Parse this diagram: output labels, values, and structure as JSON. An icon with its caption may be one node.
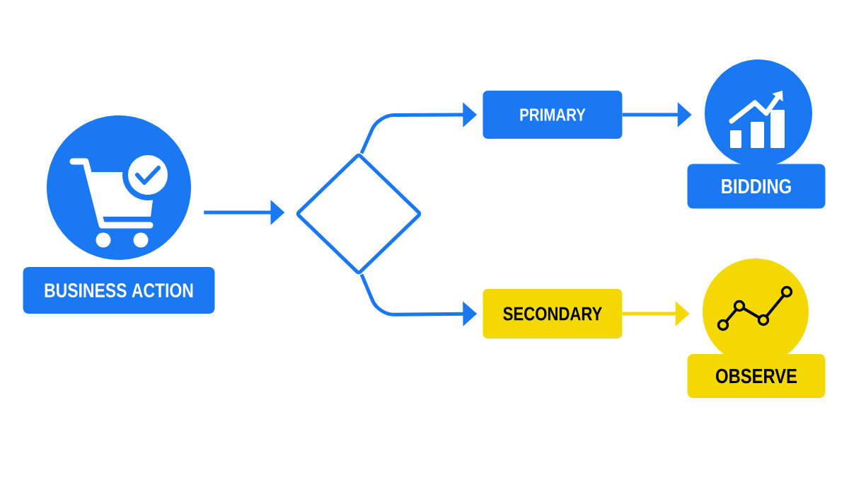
{
  "diagram": {
    "nodes": [
      {
        "text": [
          "BUSINESS ACTION"
        ]
      },
      {
        "text": [],
        "shape": "diamond"
      },
      {
        "text": [
          "PRIMARY"
        ]
      },
      {
        "text": [
          "SECONDARY"
        ]
      },
      {
        "text": [
          "BIDDING"
        ]
      },
      {
        "text": [
          "OBSERVE"
        ]
      }
    ],
    "edges": [
      {
        "from": 0,
        "to": 1,
        "arrow": "to"
      },
      {
        "from": 1,
        "to": 2,
        "arrow": "to"
      },
      {
        "from": 1,
        "to": 3,
        "arrow": "to"
      },
      {
        "from": 2,
        "to": 4,
        "arrow": "to"
      },
      {
        "from": 3,
        "to": 5,
        "arrow": "to",
        "color": "#f4d900"
      }
    ]
  }
}
